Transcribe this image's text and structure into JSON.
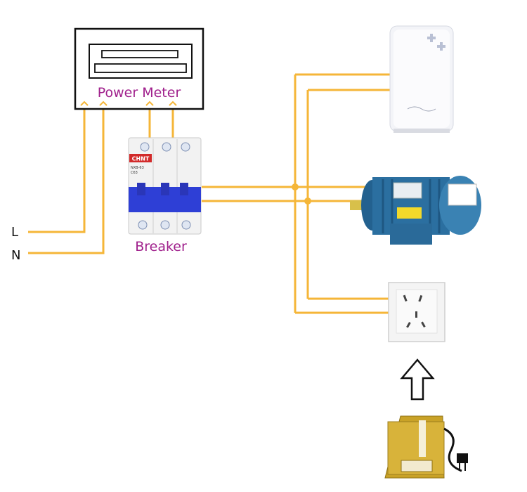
{
  "power_meter": {
    "label": "Power Meter"
  },
  "breaker": {
    "label": "Breaker",
    "brand": "CHNT",
    "model": "NXB-63",
    "rating": "C63"
  },
  "inputs": {
    "line_label": "L",
    "neutral_label": "N"
  },
  "colors": {
    "wire": "#f5b638",
    "label": "#a0208c",
    "breaker_blue": "#2e3fd6",
    "motor_blue": "#2b6fa0",
    "saver_gold": "#c9a227"
  },
  "icons": [
    "power-meter-icon",
    "breaker-icon",
    "air-purifier-icon",
    "electric-motor-icon",
    "wall-socket-icon",
    "up-arrow-icon",
    "power-saver-device-icon"
  ]
}
